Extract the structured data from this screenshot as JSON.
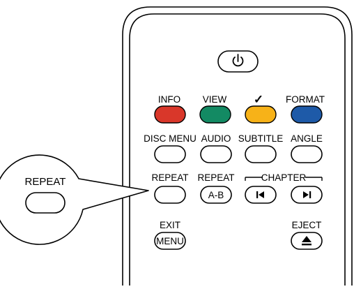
{
  "remote": {
    "power_icon": "power-icon",
    "color_row": [
      {
        "label": "INFO",
        "color": "#d9372a"
      },
      {
        "label": "VIEW",
        "color": "#138a63"
      },
      {
        "label": "✓",
        "color": "#f7b218"
      },
      {
        "label": "FORMAT",
        "color": "#1e5aa8"
      }
    ],
    "row2": [
      "DISC MENU",
      "AUDIO",
      "SUBTITLE",
      "ANGLE"
    ],
    "row3": {
      "repeat": "REPEAT",
      "repeat_ab": "REPEAT",
      "ab_button": "A-B",
      "chapter": "CHAPTER",
      "prev_icon": "skip-previous-icon",
      "next_icon": "skip-next-icon"
    },
    "exit": "EXIT",
    "menu_button": "MENU",
    "eject": "EJECT",
    "eject_icon": "eject-icon"
  },
  "callout": {
    "label": "REPEAT"
  }
}
